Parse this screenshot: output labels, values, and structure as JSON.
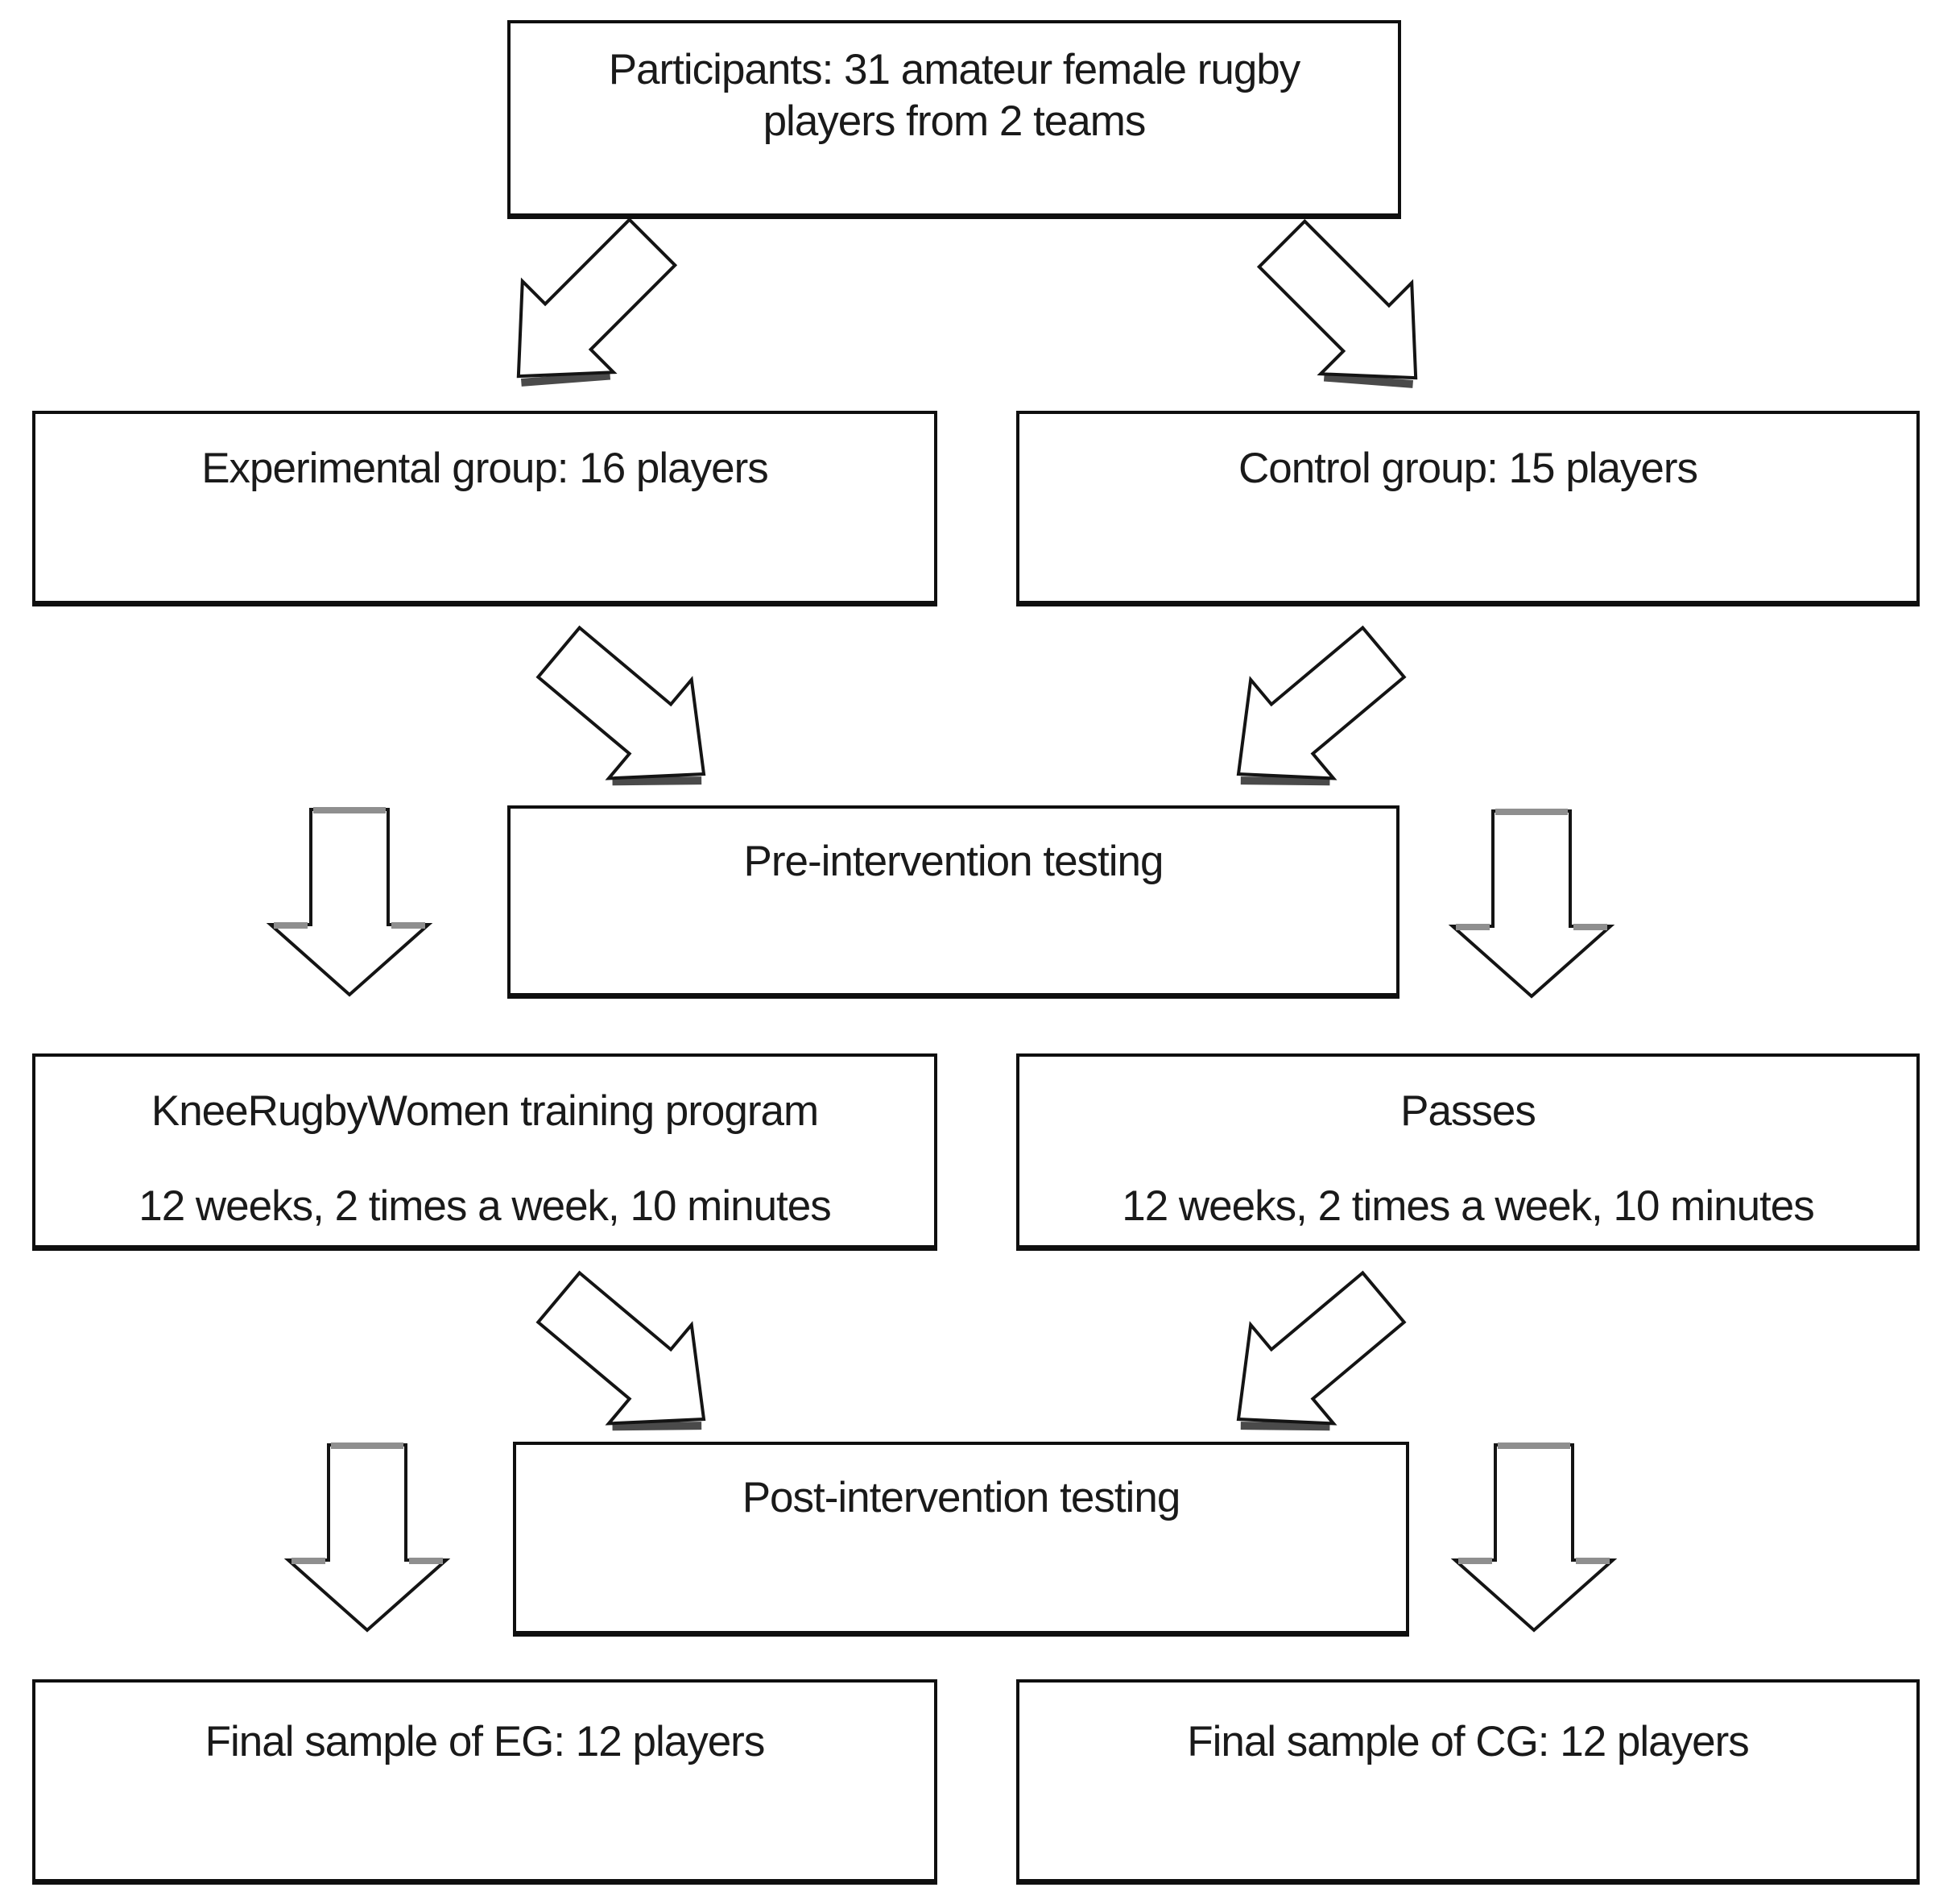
{
  "page": {
    "background_color": "#ffffff",
    "line_color": "#0f0f0f",
    "text_color": "#1a1a1a",
    "arrow_fill": "#ffffff",
    "arrow_accent_gray": "#8f8f8f"
  },
  "flowchart": {
    "participants_box": {
      "line1": "Participants: 31 amateur female rugby",
      "line2": "players from 2 teams"
    },
    "experimental_box": {
      "label": "Experimental group: 16 players"
    },
    "control_box": {
      "label": "Control group: 15 players"
    },
    "pre_testing_box": {
      "label": "Pre-intervention testing"
    },
    "training_box": {
      "line1": "KneeRugbyWomen training program",
      "line2": "12 weeks, 2 times a week, 10 minutes"
    },
    "passes_box": {
      "line1": "Passes",
      "line2": "12 weeks, 2 times a week, 10 minutes"
    },
    "post_testing_box": {
      "label": "Post-intervention testing"
    },
    "final_eg_box": {
      "label": "Final sample of EG: 12 players"
    },
    "final_cg_box": {
      "label": "Final sample of CG: 12 players"
    },
    "arrows": [
      {
        "name": "participants-to-experimental",
        "direction": "down-left"
      },
      {
        "name": "participants-to-control",
        "direction": "down-right"
      },
      {
        "name": "experimental-to-pre-testing",
        "direction": "down-right"
      },
      {
        "name": "control-to-pre-testing",
        "direction": "down-left"
      },
      {
        "name": "experimental-column-down-pre",
        "direction": "down"
      },
      {
        "name": "control-column-down-pre",
        "direction": "down"
      },
      {
        "name": "training-to-post-testing",
        "direction": "down-right"
      },
      {
        "name": "passes-to-post-testing",
        "direction": "down-left"
      },
      {
        "name": "experimental-column-down-post",
        "direction": "down"
      },
      {
        "name": "control-column-down-post",
        "direction": "down"
      }
    ]
  }
}
